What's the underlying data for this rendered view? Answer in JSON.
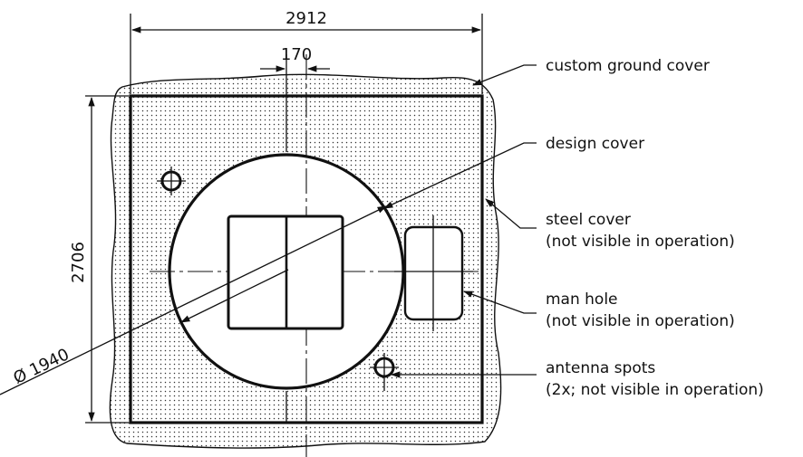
{
  "dimensions": {
    "width": "2912",
    "offset": "170",
    "height": "2706",
    "diameter": "Ø 1940"
  },
  "callouts": {
    "ground_cover": "custom ground cover",
    "design_cover": "design cover",
    "steel_cover_line1": "steel cover",
    "steel_cover_line2": "(not visible in operation)",
    "man_hole_line1": "man hole",
    "man_hole_line2": "(not visible in operation)",
    "antenna_line1": "antenna spots",
    "antenna_line2": "(2x; not visible in operation)"
  }
}
